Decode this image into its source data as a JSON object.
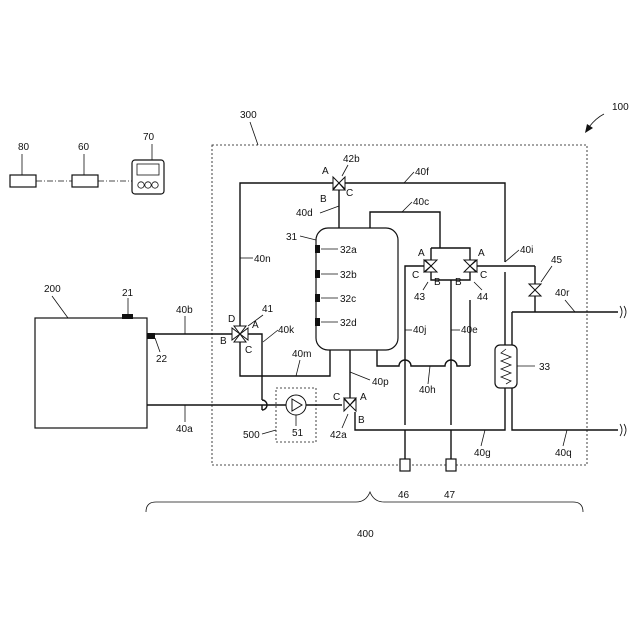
{
  "labels": {
    "system": "100",
    "tank": "200",
    "unit": "300",
    "circuit": "400",
    "pump_unit": "500",
    "remote1": "80",
    "remote2": "60",
    "controller": "70",
    "tank_sensor_top": "21",
    "tank_sensor_side": "22",
    "storage": "31",
    "temp_a": "32a",
    "temp_b": "32b",
    "temp_c": "32c",
    "temp_d": "32d",
    "hex": "33",
    "valve41": "41",
    "valve42a": "42a",
    "valve42b": "42b",
    "valve43": "43",
    "valve44": "44",
    "valve45": "45",
    "port46": "46",
    "port47": "47",
    "pump": "51"
  },
  "pipes": {
    "a": "40a",
    "b": "40b",
    "c": "40c",
    "d": "40d",
    "e": "40e",
    "f": "40f",
    "g": "40g",
    "h": "40h",
    "i": "40i",
    "j": "40j",
    "k": "40k",
    "m": "40m",
    "n": "40n",
    "p": "40p",
    "q": "40q",
    "r": "40r"
  },
  "ports": {
    "A": "A",
    "B": "B",
    "C": "C",
    "D": "D"
  }
}
